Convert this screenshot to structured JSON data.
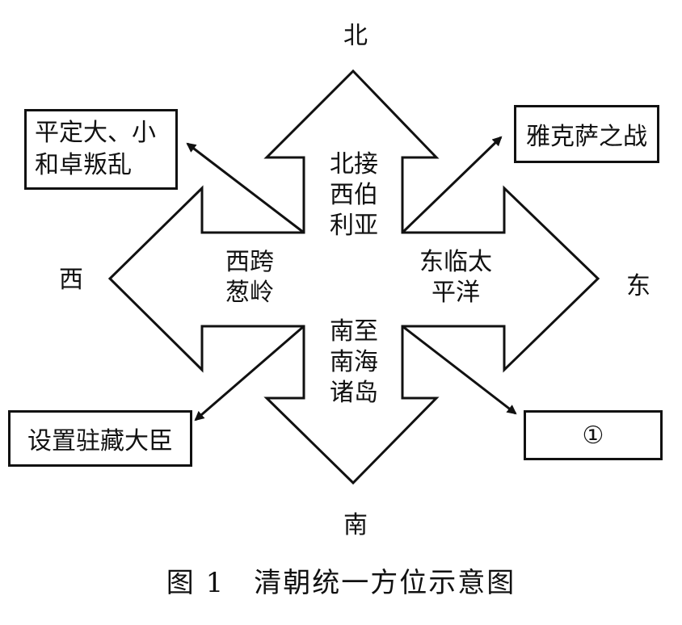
{
  "directions": {
    "north": "北",
    "south": "南",
    "west": "西",
    "east": "东"
  },
  "arms": {
    "north": "北接西伯利亚",
    "west": "西跨葱岭",
    "east": "东临太平洋",
    "south": "南至南海诸岛"
  },
  "boxes": {
    "top_left": "平定大、小和卓叛乱",
    "top_right": "雅克萨之战",
    "bottom_left": "设置驻藏大臣",
    "bottom_right": "①"
  },
  "caption": "图 1　清朝统一方位示意图"
}
